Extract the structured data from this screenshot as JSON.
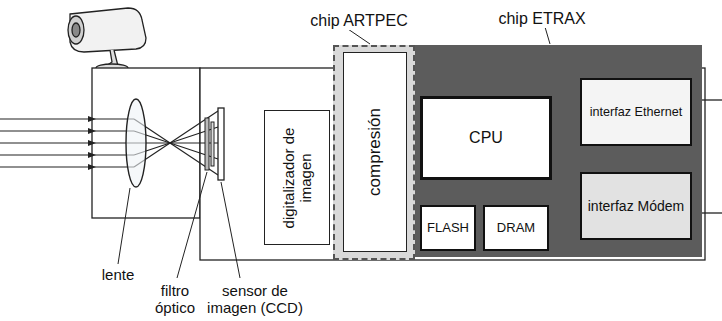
{
  "diagram": {
    "nodes": [
      {
        "text": [
          "digitalizador de imagen"
        ]
      },
      {
        "text": [
          "chip ARTPEC"
        ]
      },
      {
        "text": [
          "compresión"
        ],
        "in": 1
      },
      {
        "text": [
          "chip ETRAX"
        ]
      },
      {
        "text": [
          "CPU"
        ],
        "in": 3
      },
      {
        "text": [
          "FLASH"
        ],
        "in": 3
      },
      {
        "text": [
          "DRAM"
        ],
        "in": 3
      },
      {
        "text": [
          "interfaz Ethernet"
        ],
        "in": 3
      },
      {
        "text": [
          "interfaz Módem"
        ],
        "in": 3
      }
    ],
    "edges": [],
    "labels": [
      "lente",
      "filtro óptico",
      "sensor de imagen (CCD)"
    ]
  }
}
